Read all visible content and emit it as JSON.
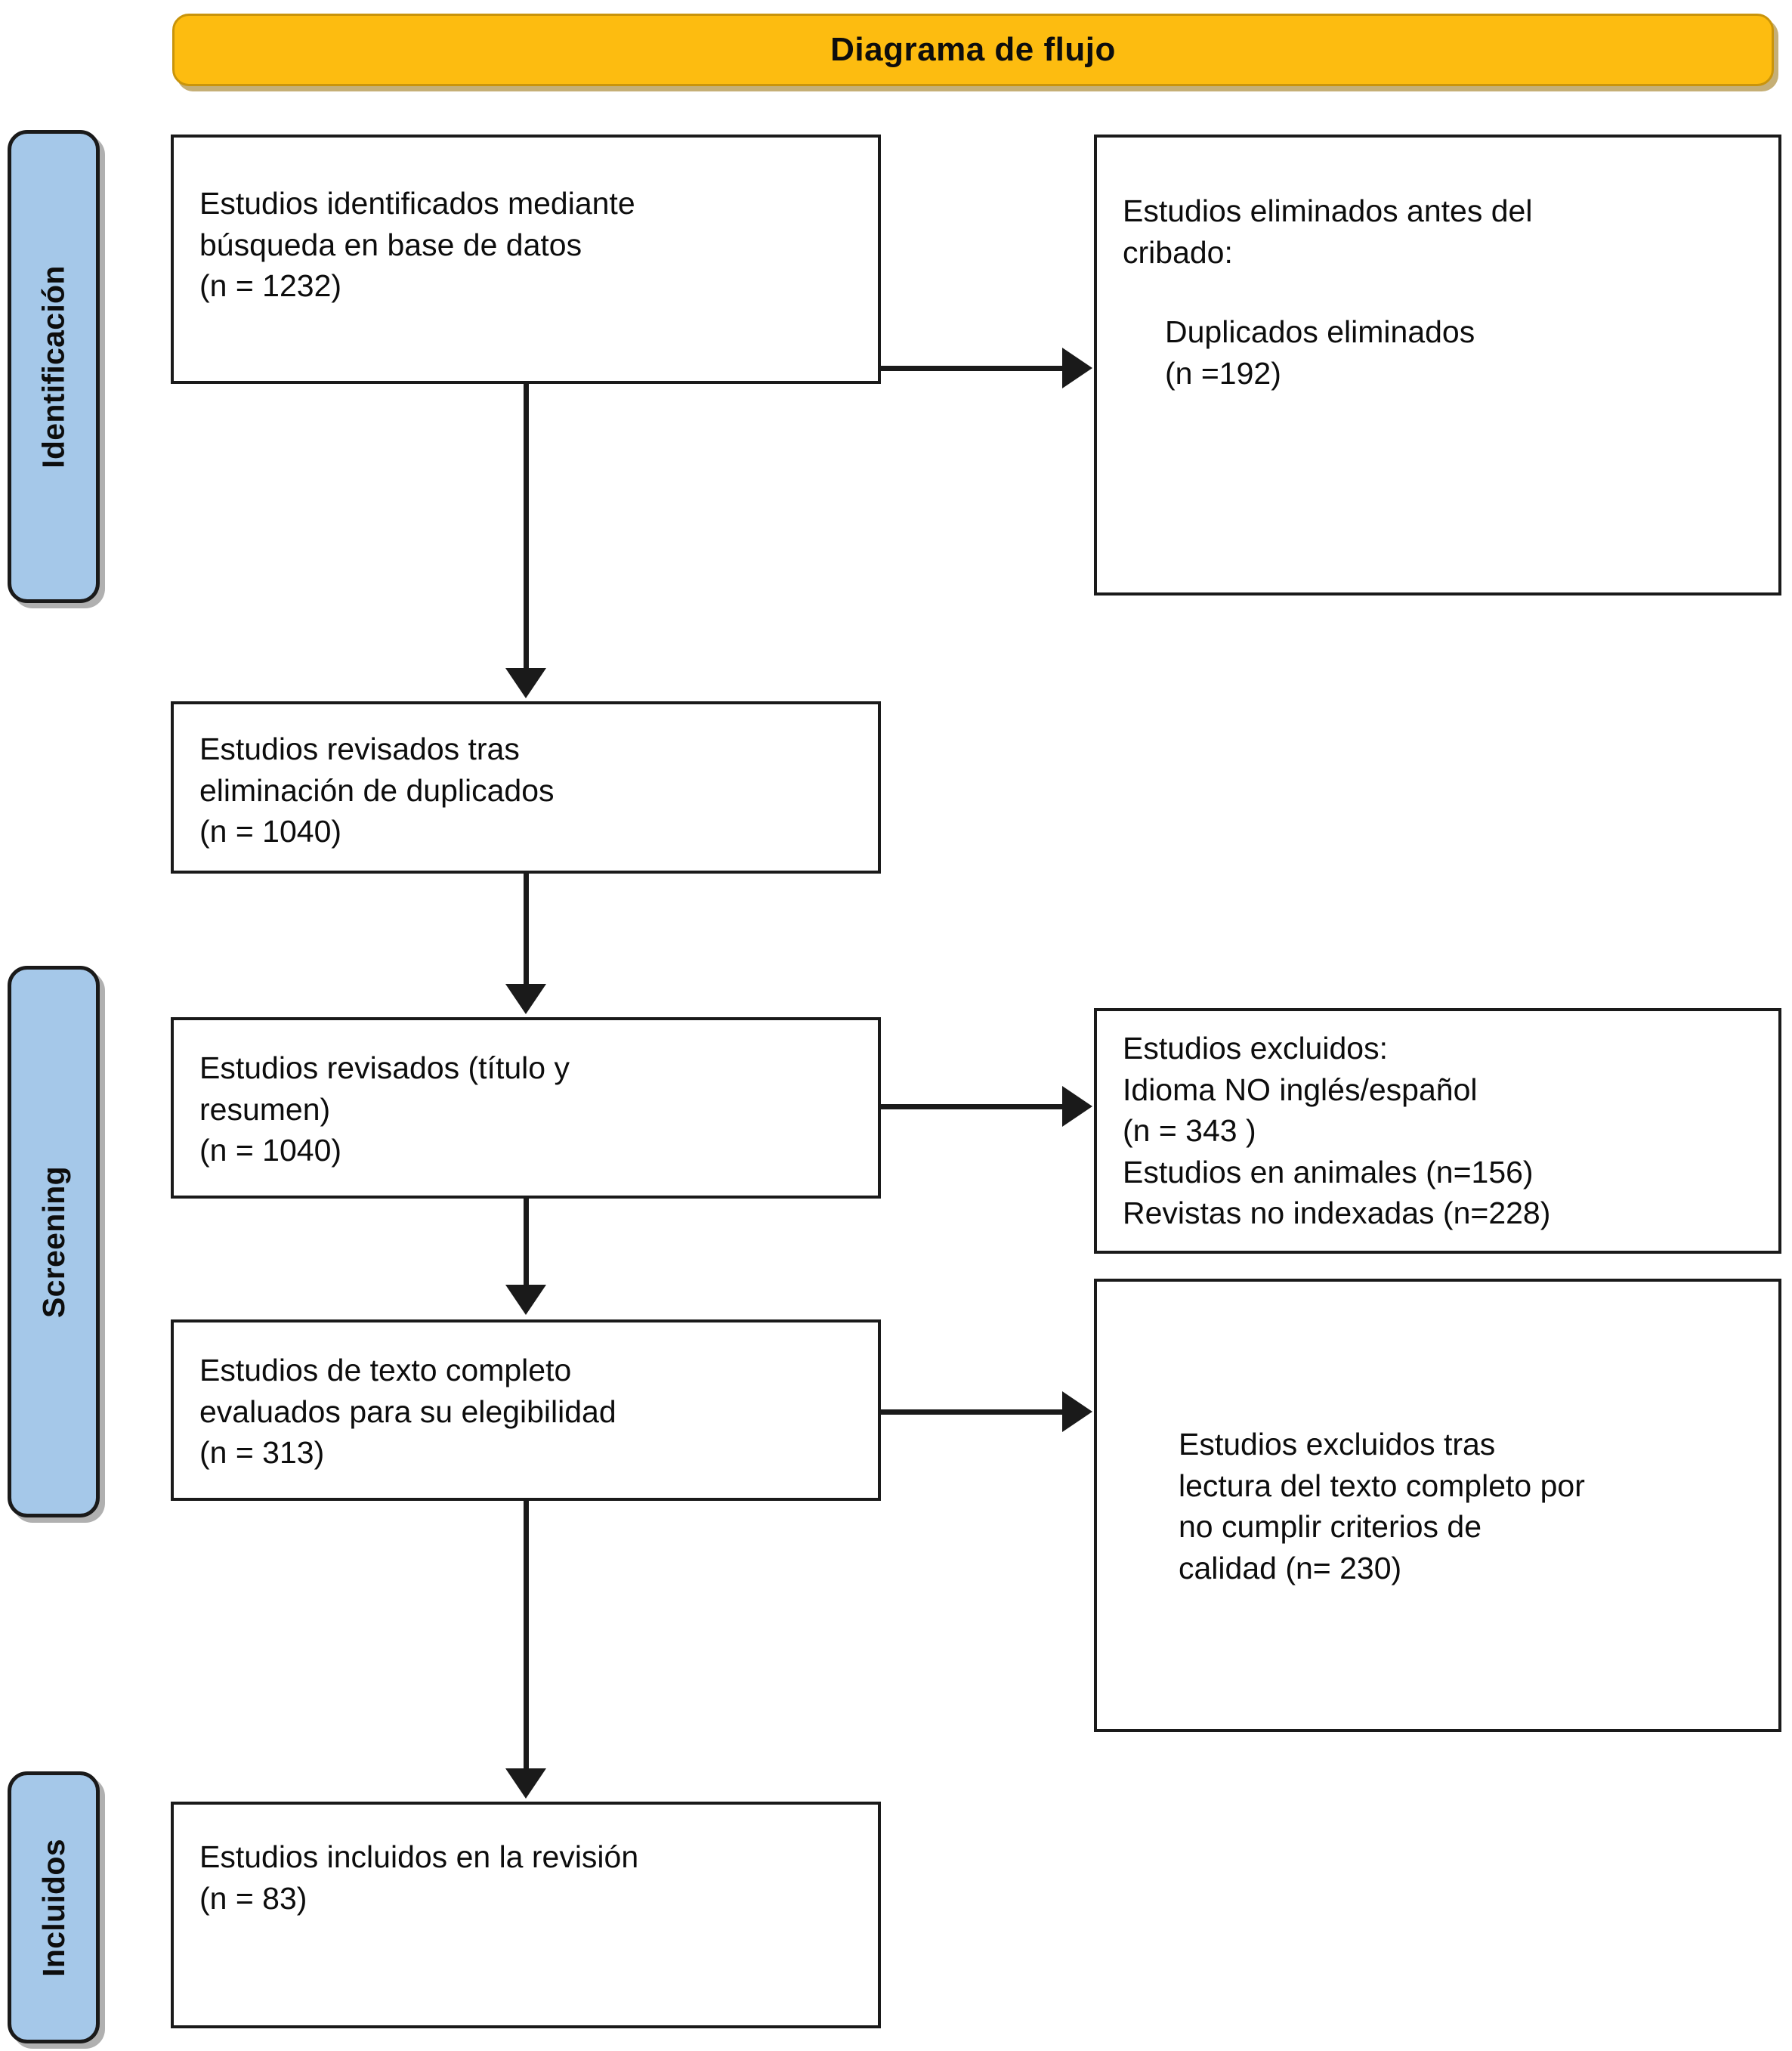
{
  "header": {
    "title": "Diagrama de flujo",
    "accent_color": "#FDBC10",
    "border_color": "#C9940B"
  },
  "stages": {
    "accent_color": "#A5C8E9",
    "items": [
      {
        "id": "identificacion",
        "label": "Identificación"
      },
      {
        "id": "screening",
        "label": "Screening"
      },
      {
        "id": "incluidos",
        "label": "Incluidos"
      }
    ]
  },
  "flow": {
    "left_column": [
      {
        "id": "identified",
        "text": "Estudios identificados mediante\nbúsqueda en base de datos\n(n = 1232)",
        "n": 1232
      },
      {
        "id": "after_duplicates",
        "text": "Estudios revisados tras\neliminación de duplicados\n(n = 1040)",
        "n": 1040
      },
      {
        "id": "screened",
        "text": "Estudios revisados (título y\nresumen)\n(n = 1040)",
        "n": 1040
      },
      {
        "id": "fulltext",
        "text": "Estudios de texto completo\nevaluados para su elegibilidad\n(n = 313)",
        "n": 313
      },
      {
        "id": "included",
        "text": "Estudios incluidos en la revisión\n(n = 83)",
        "n": 83
      }
    ],
    "right_column": [
      {
        "id": "removed_before",
        "heading": "Estudios eliminados antes del\ncribado:",
        "detail": "Duplicados eliminados\n(n =192)",
        "n": 192
      },
      {
        "id": "excluded_screen",
        "text": "Estudios excluidos:\nIdioma NO inglés/español\n(n = 343 )\nEstudios en animales (n=156)\nRevistas no indexadas (n=228)",
        "reasons": [
          {
            "label": "Idioma NO inglés/español",
            "n": 343
          },
          {
            "label": "Estudios en animales",
            "n": 156
          },
          {
            "label": "Revistas no indexadas",
            "n": 228
          }
        ]
      },
      {
        "id": "excluded_full",
        "text": "Estudios excluidos tras\nlectura del texto completo por\nno cumplir criterios de\ncalidad (n= 230)",
        "n": 230
      }
    ]
  }
}
